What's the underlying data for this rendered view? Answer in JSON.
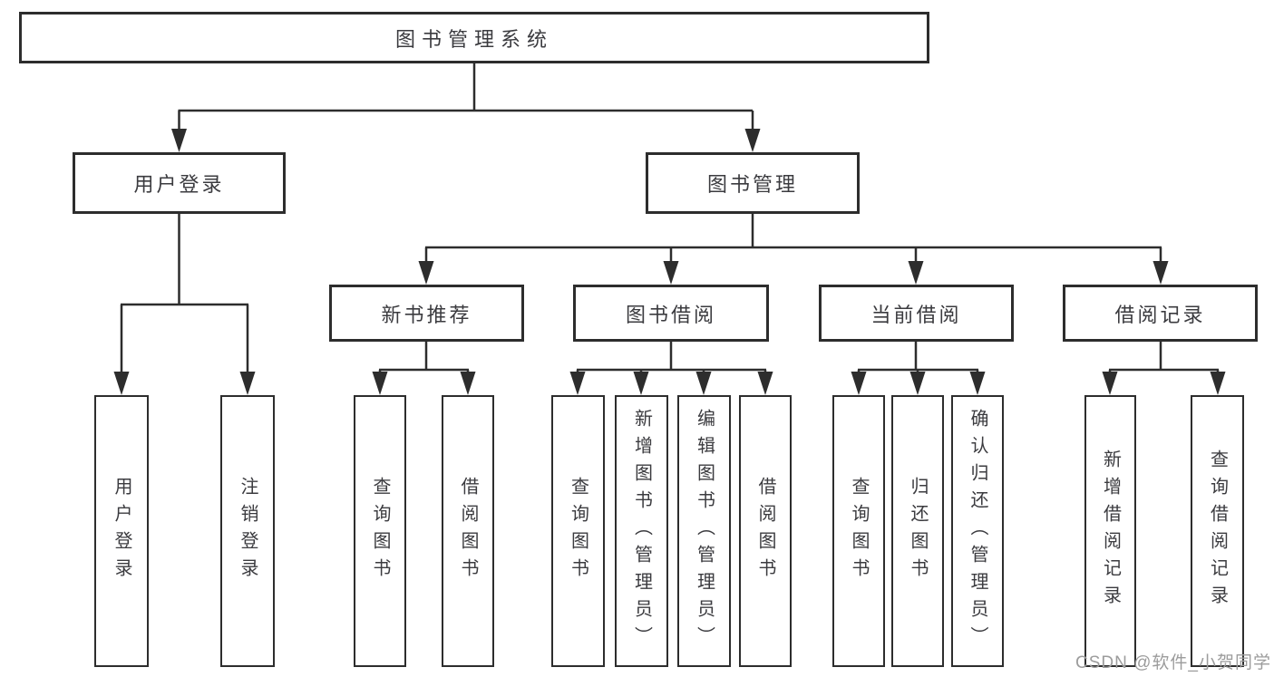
{
  "diagram": {
    "type": "hierarchy",
    "tree": {
      "label": "图书管理系统",
      "children": [
        {
          "label": "用户登录",
          "children": [
            {
              "label": "用户登录"
            },
            {
              "label": "注销登录"
            }
          ]
        },
        {
          "label": "图书管理",
          "children": [
            {
              "label": "新书推荐",
              "children": [
                {
                  "label": "查询图书"
                },
                {
                  "label": "借阅图书"
                }
              ]
            },
            {
              "label": "图书借阅",
              "children": [
                {
                  "label": "查询图书"
                },
                {
                  "label": "新增图书（管理员）"
                },
                {
                  "label": "编辑图书（管理员）"
                },
                {
                  "label": "借阅图书"
                }
              ]
            },
            {
              "label": "当前借阅",
              "children": [
                {
                  "label": "查询图书"
                },
                {
                  "label": "归还图书"
                },
                {
                  "label": "确认归还（管理员）"
                }
              ]
            },
            {
              "label": "借阅记录",
              "children": [
                {
                  "label": "新增借阅记录"
                },
                {
                  "label": "查询借阅记录"
                }
              ]
            }
          ]
        }
      ]
    }
  },
  "watermark": "CSDN @软件_小贺同学",
  "colors": {
    "line": "#2d2d2d",
    "text": "#3b3b3f",
    "watermark": "#9c9c9c",
    "background": "#ffffff"
  }
}
